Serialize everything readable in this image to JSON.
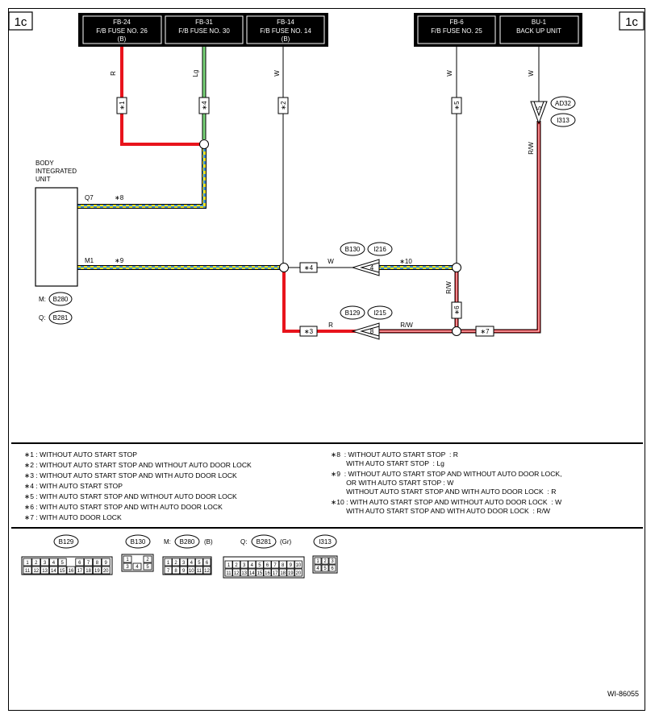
{
  "page": {
    "tag_left": "1c",
    "tag_right": "1c",
    "figure_id": "WI-86055"
  },
  "headers": [
    {
      "code": "FB-24",
      "name": "F/B FUSE NO. 26",
      "note": "(B)"
    },
    {
      "code": "FB-31",
      "name": "F/B FUSE NO. 30",
      "note": ""
    },
    {
      "code": "FB-14",
      "name": "F/B FUSE NO. 14",
      "note": "(B)"
    },
    {
      "code": "FB-6",
      "name": "F/B FUSE NO. 25",
      "note": ""
    },
    {
      "code": "BU-1",
      "name": "BACK UP UNIT",
      "note": ""
    }
  ],
  "wire_labels": {
    "r_top": "R",
    "lg_top": "Lg",
    "w_mid": "W",
    "w_fb6": "W",
    "w_bu1": "W",
    "rw_right": "R/W",
    "rw_mid": "R/W",
    "w_lower": "W",
    "r_lower": "R",
    "rw_lower": "R/W"
  },
  "stars": {
    "s1": "∗1",
    "s4_top": "∗4",
    "s2": "∗2",
    "s5": "∗5",
    "s4_mid": "∗4",
    "s3": "∗3",
    "s6": "∗6",
    "s7": "∗7",
    "s8": "∗8",
    "s9": "∗9",
    "s10": "∗10"
  },
  "unit": {
    "line1": "BODY",
    "line2": "INTEGRATED",
    "line3": "UNIT",
    "pin_q7": "Q7",
    "pin_m1": "M1",
    "m_prefix": "M:",
    "q_prefix": "Q:"
  },
  "connectors": {
    "ad32": "AD32",
    "i313": "I313",
    "b130": "B130",
    "i216": "I216",
    "b129": "B129",
    "i215": "I215",
    "b280": "B280",
    "b281": "B281",
    "pin5": "5",
    "pin4": "4",
    "pin8": "8"
  },
  "notes_left": [
    "∗1 : WITHOUT AUTO START STOP",
    "∗2 : WITHOUT AUTO START STOP AND WITHOUT AUTO DOOR LOCK",
    "∗3 : WITHOUT AUTO START STOP AND WITH AUTO DOOR LOCK",
    "∗4 : WITH AUTO START STOP",
    "∗5 : WITH AUTO START STOP AND WITHOUT AUTO DOOR LOCK",
    "∗6 : WITH AUTO START STOP AND WITH AUTO DOOR LOCK",
    "∗7 : WITH AUTO DOOR LOCK"
  ],
  "notes_right": [
    "∗8  : WITHOUT AUTO START STOP  : R",
    "        WITH AUTO START STOP  : Lg",
    "∗9  : WITHOUT AUTO START STOP AND WITHOUT AUTO DOOR LOCK,",
    "        OR WITH AUTO START STOP : W",
    "        WITHOUT AUTO START STOP AND WITH AUTO DOOR LOCK  : R",
    "∗10 : WITH AUTO START STOP AND WITHOUT AUTO DOOR LOCK  : W",
    "        WITH AUTO START STOP AND WITH AUTO DOOR LOCK  : R/W"
  ],
  "legend": {
    "b129": "B129",
    "b130": "B130",
    "b280_prefix": "M:",
    "b280": "B280",
    "b280_color": "(B)",
    "b281_prefix": "Q:",
    "b281": "B281",
    "b281_color": "(Gr)",
    "i313": "I313"
  },
  "colors": {
    "red": "#e8141c",
    "green": "#7ad67a",
    "blue": "#3f8fd0",
    "yellow": "#f2e21e",
    "black": "#000000"
  }
}
